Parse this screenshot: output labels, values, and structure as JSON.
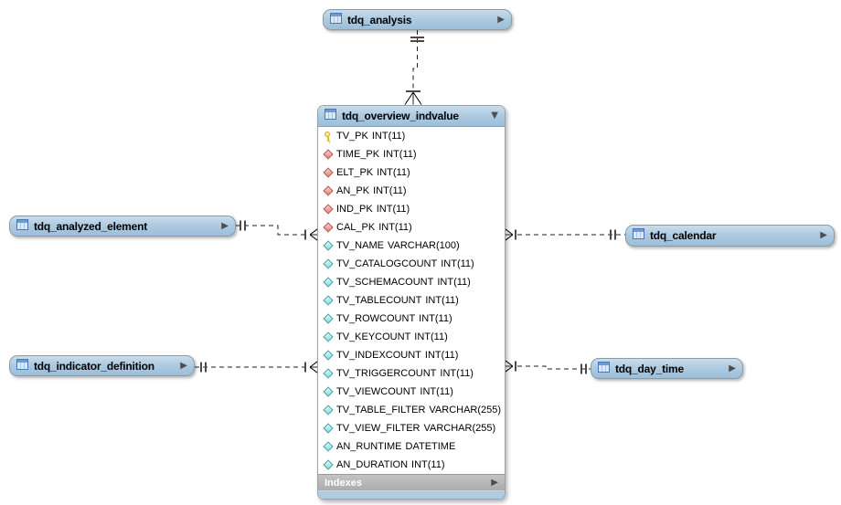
{
  "icons": {
    "expand_arrow": "▶",
    "collapse_arrow": "▼"
  },
  "diagram": {
    "main_table": {
      "name": "tdq_overview_indvalue",
      "footer_section": "Indexes",
      "columns": [
        {
          "icon": "primary-key",
          "name": "TV_PK",
          "type": "INT(11)"
        },
        {
          "icon": "foreign-key",
          "name": "TIME_PK",
          "type": "INT(11)"
        },
        {
          "icon": "foreign-key",
          "name": "ELT_PK",
          "type": "INT(11)"
        },
        {
          "icon": "foreign-key",
          "name": "AN_PK",
          "type": "INT(11)"
        },
        {
          "icon": "foreign-key",
          "name": "IND_PK",
          "type": "INT(11)"
        },
        {
          "icon": "foreign-key",
          "name": "CAL_PK",
          "type": "INT(11)"
        },
        {
          "icon": "column",
          "name": "TV_NAME",
          "type": "VARCHAR(100)"
        },
        {
          "icon": "column",
          "name": "TV_CATALOGCOUNT",
          "type": "INT(11)"
        },
        {
          "icon": "column",
          "name": "TV_SCHEMACOUNT",
          "type": "INT(11)"
        },
        {
          "icon": "column",
          "name": "TV_TABLECOUNT",
          "type": "INT(11)"
        },
        {
          "icon": "column",
          "name": "TV_ROWCOUNT",
          "type": "INT(11)"
        },
        {
          "icon": "column",
          "name": "TV_KEYCOUNT",
          "type": "INT(11)"
        },
        {
          "icon": "column",
          "name": "TV_INDEXCOUNT",
          "type": "INT(11)"
        },
        {
          "icon": "column",
          "name": "TV_TRIGGERCOUNT",
          "type": "INT(11)"
        },
        {
          "icon": "column",
          "name": "TV_VIEWCOUNT",
          "type": "INT(11)"
        },
        {
          "icon": "column",
          "name": "TV_TABLE_FILTER",
          "type": "VARCHAR(255)"
        },
        {
          "icon": "column",
          "name": "TV_VIEW_FILTER",
          "type": "VARCHAR(255)"
        },
        {
          "icon": "column",
          "name": "AN_RUNTIME",
          "type": "DATETIME"
        },
        {
          "icon": "column",
          "name": "AN_DURATION",
          "type": "INT(11)"
        }
      ]
    },
    "related_tables": [
      {
        "name": "tdq_analysis"
      },
      {
        "name": "tdq_analyzed_element"
      },
      {
        "name": "tdq_calendar"
      },
      {
        "name": "tdq_indicator_definition"
      },
      {
        "name": "tdq_day_time"
      }
    ],
    "colors": {
      "table_header_blue": "#AECBE1",
      "indexes_bar_gray": "#B3B3B3",
      "primary_key_icon": "#FFEC7A",
      "foreign_key_icon": "#DE8378",
      "column_icon": "#7FD8D8",
      "connector_line": "#1F1F1F"
    }
  }
}
